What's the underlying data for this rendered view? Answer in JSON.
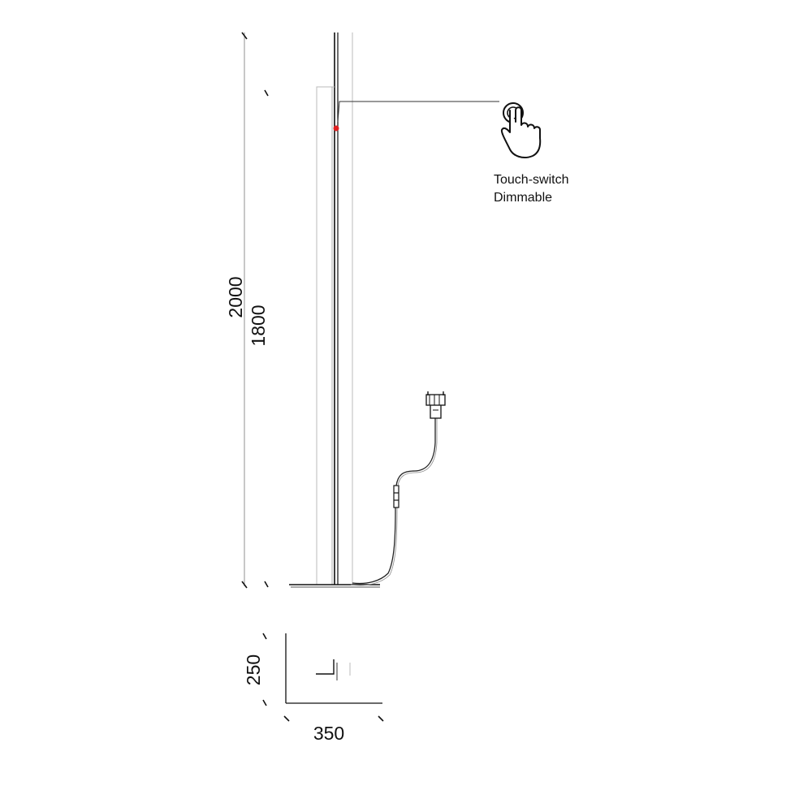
{
  "dimensions": {
    "total_height": "2000",
    "light_height": "1800",
    "base_depth": "250",
    "base_width": "350"
  },
  "feature": {
    "line1": "Touch-switch",
    "line2": "Dimmable"
  },
  "colors": {
    "line": "#111111",
    "thin_line": "#555555",
    "pale_line": "#bbbbbb",
    "switch_dot": "#e02020"
  },
  "icons": {
    "touch": "hand-pointer-icon",
    "plug": "plug-icon"
  }
}
